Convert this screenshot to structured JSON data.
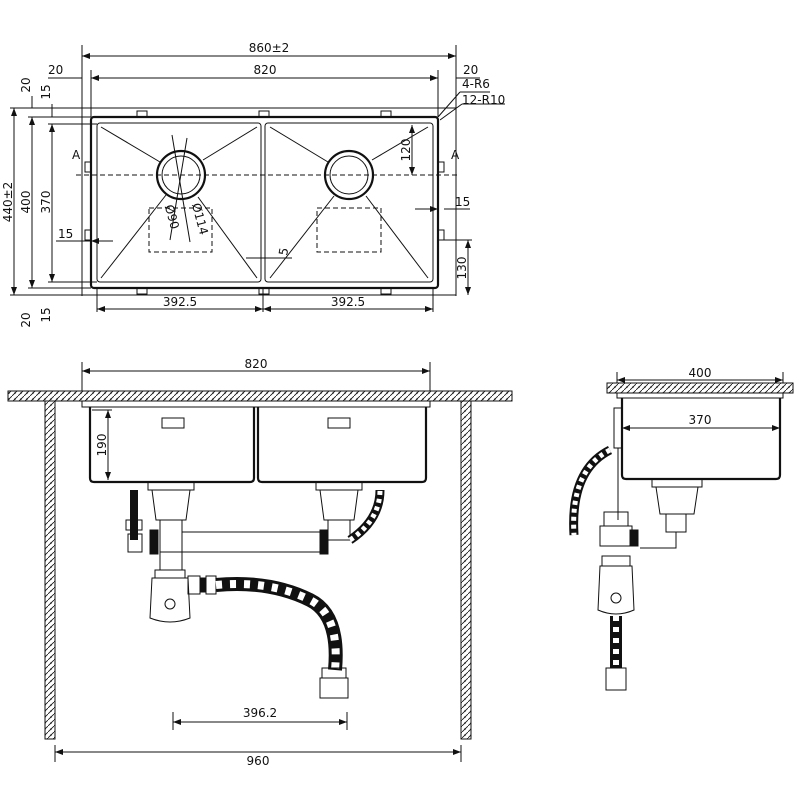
{
  "top_view": {
    "overall_width": "860±2",
    "bowl_span_width": "820",
    "left_margin": "20",
    "right_margin": "20",
    "corner_radius_outer": "4-R6",
    "corner_radius_inner": "12-R10",
    "overall_depth": "440±2",
    "depth_400": "400",
    "depth_370": "370",
    "top_offset_20": "20",
    "top_offset_15": "15",
    "bottom_offset_20": "20",
    "bottom_offset_15": "15",
    "section_marker_left": "A",
    "section_marker_right": "A",
    "drain_offset": "120",
    "clip_offset_right": "15",
    "clip_offset_left": "15",
    "drain_inner_diameter": "Ø90",
    "drain_outer_diameter": "Ø114",
    "divider_width": "5",
    "clip_height": "130",
    "left_bowl_width": "392.5",
    "right_bowl_width": "392.5"
  },
  "front_view": {
    "sink_width": "820",
    "bowl_depth": "190",
    "drain_spacing": "396.2",
    "cabinet_width": "960"
  },
  "side_view": {
    "sink_depth": "400",
    "bowl_depth": "370"
  }
}
